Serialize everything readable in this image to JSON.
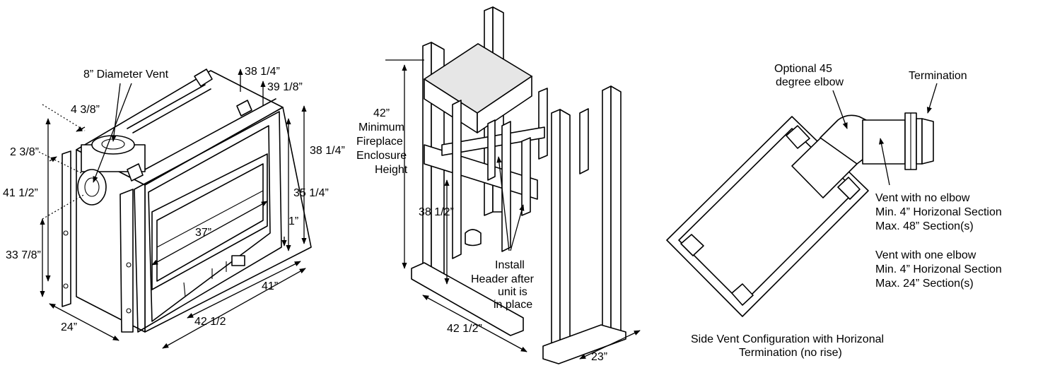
{
  "colors": {
    "line": "#000000",
    "background": "#ffffff",
    "shade": "#e6e6e6"
  },
  "left_fireplace": {
    "vent_label": "8” Diameter Vent",
    "dim_38_quarter_top": "38 1/4”",
    "dim_39_eighth": "39 1/8”",
    "dim_4_3_8": "4 3/8”",
    "dim_2_3_8": "2 3/8”",
    "dim_41_half": "41 1/2”",
    "dim_38_quarter_right": "38 1/4”",
    "dim_35_quarter": "35 1/4”",
    "dim_1": "1”",
    "dim_37": "37”",
    "dim_33_7_8": "33 7/8”",
    "dim_41": "41”",
    "dim_24": "24”",
    "dim_42_half": "42 1/2"
  },
  "middle_framing": {
    "dim_42": "42”",
    "min_line1": "Minimum",
    "min_line2": "Fireplace",
    "min_line3": "Enclosure",
    "min_line4": "Height",
    "dim_38_half": "38 1/2”",
    "install_line1": "Install",
    "install_line2": "Header after",
    "install_line3": "unit is",
    "install_line4": "in place",
    "dim_42_half": "42 1/2”",
    "dim_23": "23”"
  },
  "right_vent": {
    "optional_line1": "Optional 45",
    "optional_line2": "degree elbow",
    "termination": "Termination",
    "no_elbow_line1": "Vent with no elbow",
    "no_elbow_line2": "Min. 4” Horizonal Section",
    "no_elbow_line3": "Max. 48” Section(s)",
    "one_elbow_line1": "Vent with one elbow",
    "one_elbow_line2": "Min. 4” Horizonal Section",
    "one_elbow_line3": "Max. 24” Section(s)",
    "caption_line1": "Side Vent Configuration with Horizonal",
    "caption_line2": "Termination (no rise)"
  }
}
